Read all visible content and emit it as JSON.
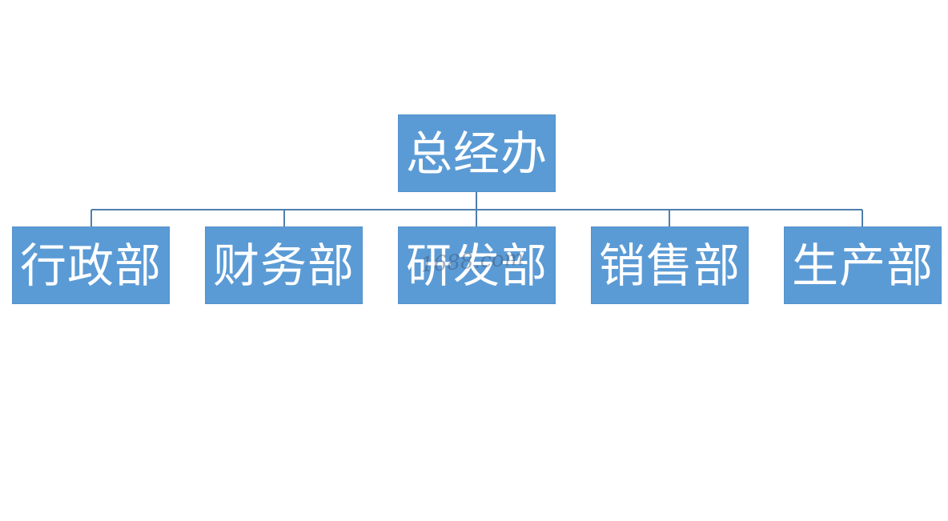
{
  "org_chart": {
    "root": {
      "label": "总经办"
    },
    "children": [
      {
        "label": "行政部"
      },
      {
        "label": "财务部"
      },
      {
        "label": "研发部"
      },
      {
        "label": "销售部"
      },
      {
        "label": "生产部"
      }
    ]
  },
  "watermark": {
    "text": "1688.com"
  },
  "colors": {
    "node_fill": "#5b9bd5",
    "node_text": "#ffffff",
    "connector": "#4f7fae",
    "background": "#ffffff"
  }
}
